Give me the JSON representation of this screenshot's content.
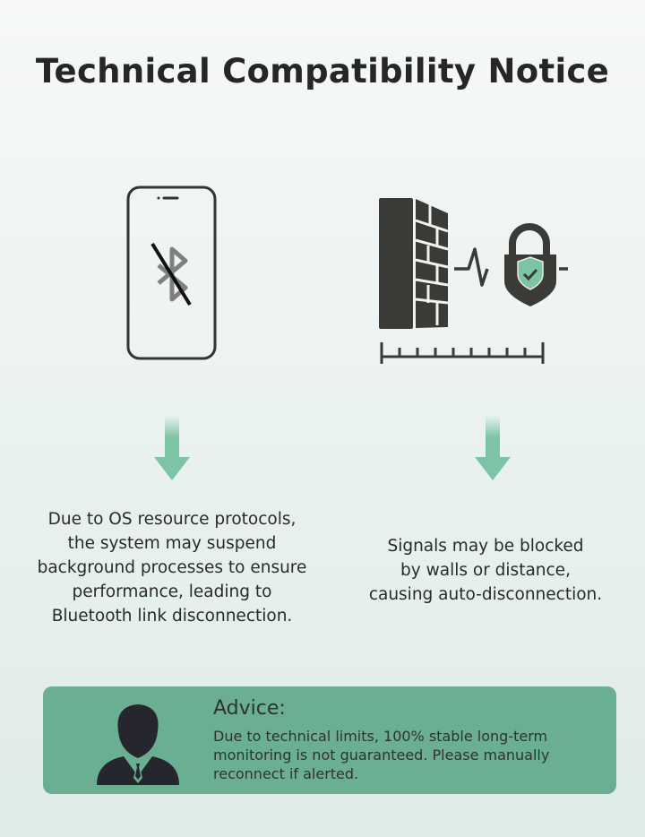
{
  "title": "Technical Compatibility Notice",
  "left_panel": {
    "icon": "phone-bluetooth-off-icon",
    "lines": [
      "Due to OS resource protocols,",
      "the system may suspend",
      "background processes to ensure",
      "performance, leading to",
      "Bluetooth link disconnection."
    ]
  },
  "right_panel": {
    "icon": "wall-signal-lock-icon",
    "lines": [
      "Signals may be blocked",
      "by walls or distance,",
      "causing auto-disconnection."
    ]
  },
  "advice": {
    "icon": "person-icon",
    "title": "Advice:",
    "lines": [
      "Due to technical limits, 100% stable long-term",
      "monitoring is not guaranteed. Please manually",
      "reconnect if alerted."
    ]
  },
  "colors": {
    "accent": "#6aaf92",
    "arrow": "#7cc4a6",
    "dark": "#3a3a36"
  }
}
